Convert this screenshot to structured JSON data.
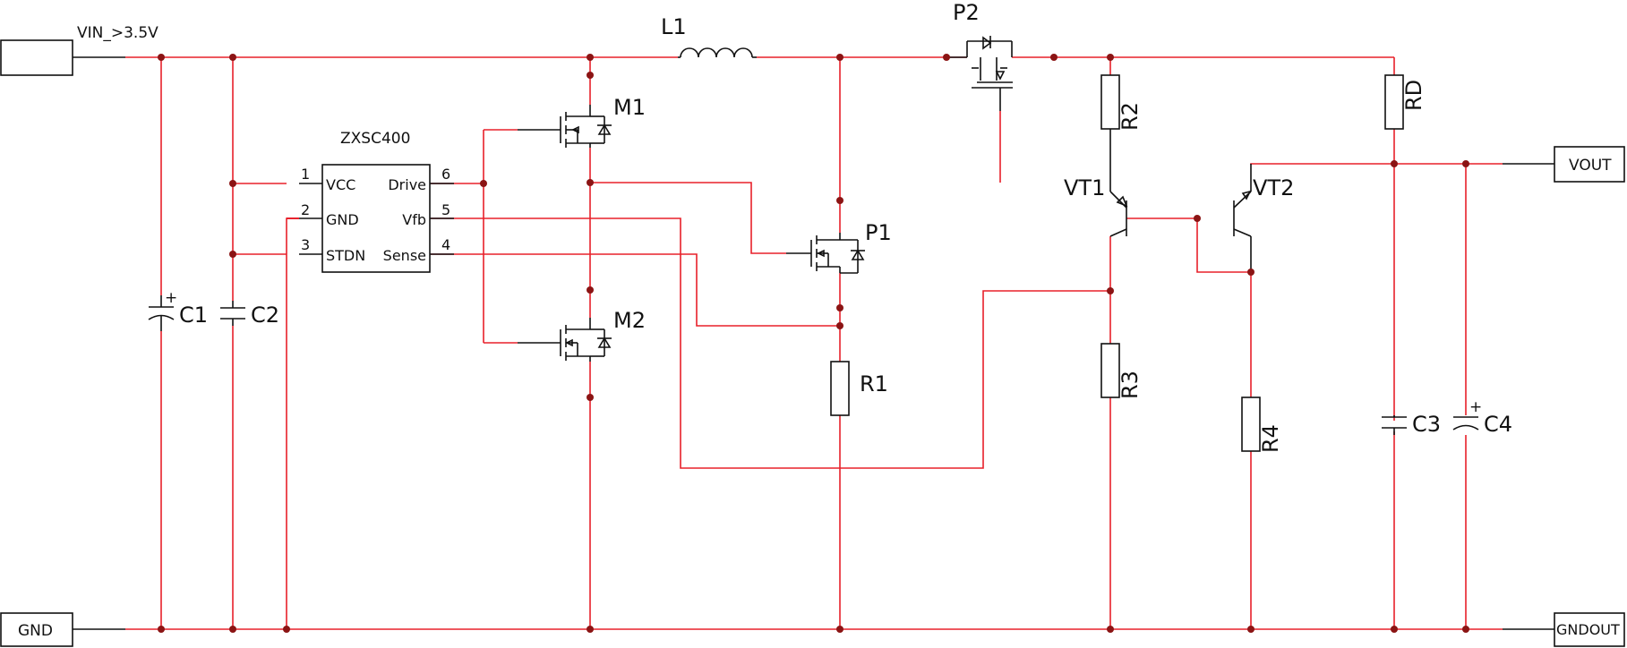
{
  "ports": {
    "vin": "VIN_>3.5V",
    "gnd": "GND",
    "vout": "VOUT",
    "gndout": "GNDOUT"
  },
  "ic": {
    "name": "ZXSC400",
    "pins": [
      {
        "num": "1",
        "name": "VCC"
      },
      {
        "num": "2",
        "name": "GND"
      },
      {
        "num": "3",
        "name": "STDN"
      },
      {
        "num": "6",
        "name": "Drive"
      },
      {
        "num": "5",
        "name": "Vfb"
      },
      {
        "num": "4",
        "name": "Sense"
      }
    ]
  },
  "components": {
    "c1": "C1",
    "c2": "C2",
    "c3": "C3",
    "c4": "C4",
    "l1": "L1",
    "m1": "M1",
    "m2": "M2",
    "p1": "P1",
    "p2": "P2",
    "r1": "R1",
    "r2": "R2",
    "r3": "R3",
    "r4": "R4",
    "rd": "RD",
    "vt1": "VT1",
    "vt2": "VT2"
  },
  "polarity_mark": "+",
  "colors": {
    "wire": "#e8202a",
    "component": "#111111",
    "junction": "#8b1414"
  }
}
